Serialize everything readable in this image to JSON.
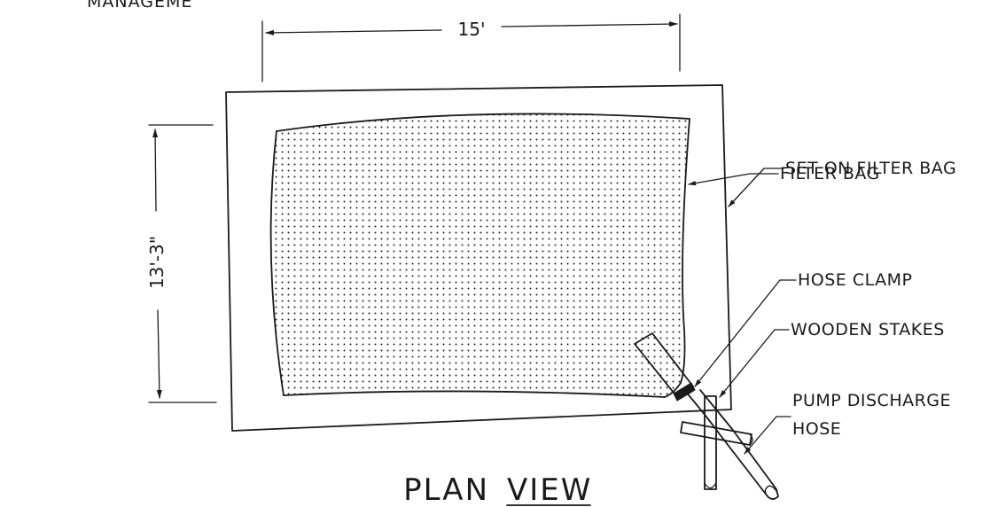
{
  "header_fragment": "MANAGEME",
  "dimensions": {
    "width": "15'",
    "height": "13'-3\""
  },
  "labels": {
    "filter_bag": "FILTER BAG",
    "set_on_filter_bag": "SET ON FILTER BAG",
    "hose_clamp": "HOSE CLAMP",
    "wooden_stakes": "WOODEN STAKES",
    "pump_discharge_hose_line1": "PUMP DISCHARGE",
    "pump_discharge_hose_line2": "HOSE"
  },
  "title": {
    "part1": "PLAN",
    "part2": "VIEW"
  }
}
